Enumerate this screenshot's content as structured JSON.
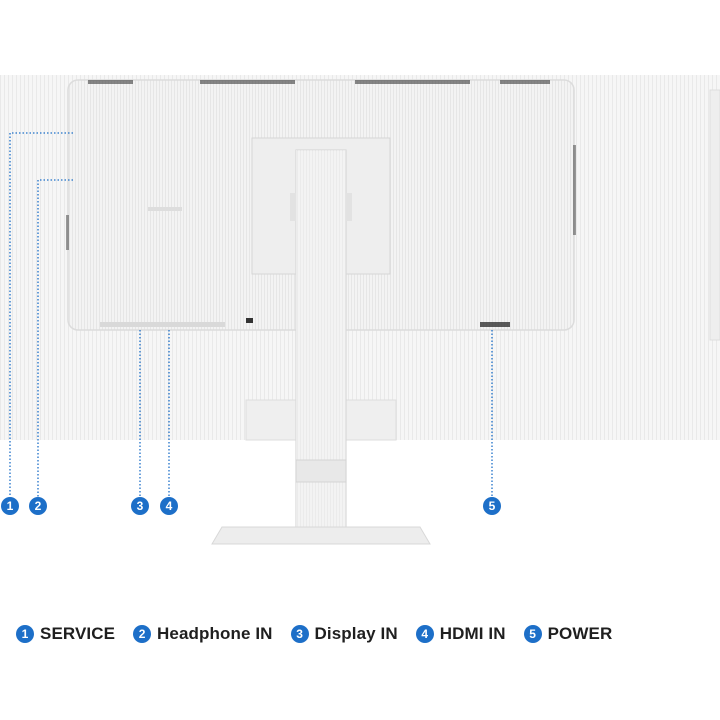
{
  "legend": {
    "items": [
      {
        "number": "1",
        "label": "SERVICE"
      },
      {
        "number": "2",
        "label": "Headphone IN"
      },
      {
        "number": "3",
        "label": "Display IN"
      },
      {
        "number": "4",
        "label": "HDMI IN"
      },
      {
        "number": "5",
        "label": "POWER"
      }
    ]
  },
  "callouts": [
    "1",
    "2",
    "3",
    "4",
    "5"
  ],
  "colors": {
    "accent": "#1d6fc8",
    "monitor_body": "#f4f4f4",
    "wall": "#f7f7f7",
    "label_text": "#1f1f1f"
  }
}
